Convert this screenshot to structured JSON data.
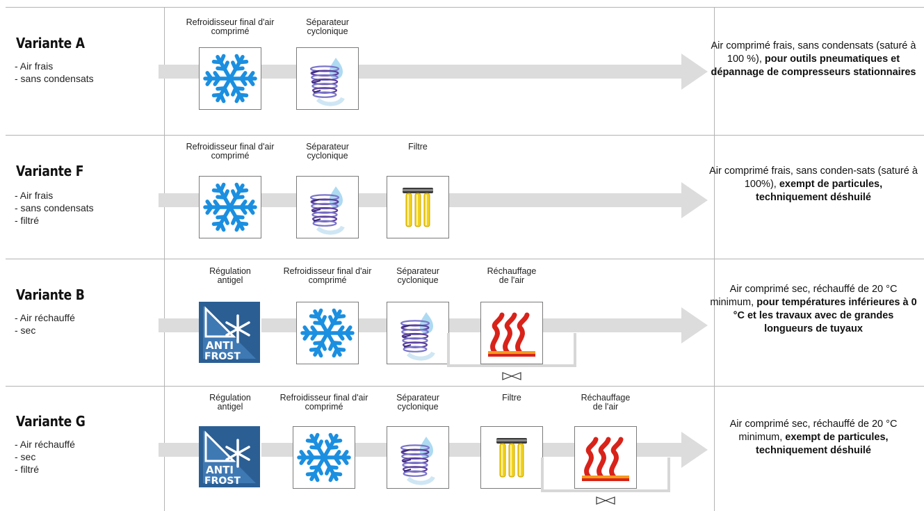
{
  "colors": {
    "arrow": "#dcdcdc",
    "grid": "#b3b3b3",
    "snowflake": "#1b8fe0",
    "antifrost_bg": "#2b5f94",
    "heater_red": "#d8231a",
    "filter_yellow": "#f2d21c"
  },
  "components": {
    "cooler": {
      "label": "Refroidisseur final d'air comprimé",
      "icon": "snowflake-icon"
    },
    "separator": {
      "label": "Séparateur cyclonique",
      "icon": "cyclone-separator-icon"
    },
    "filter": {
      "label": "Filtre",
      "icon": "filter-cartridge-icon"
    },
    "antifrost": {
      "label": "Régulation antigel",
      "icon": "antifrost-icon",
      "icon_text": "ANTI FROST"
    },
    "heater": {
      "label": "Réchauffage de l'air",
      "icon": "heater-flame-icon"
    },
    "valve": {
      "icon": "bypass-valve-icon"
    }
  },
  "variants": [
    {
      "title": "Variante A",
      "features": [
        "- Air frais",
        "- sans condensats"
      ],
      "components": [
        "cooler",
        "separator"
      ],
      "result": [
        {
          "text": "Air comprimé frais, sans condensats (saturé à 100 %), ",
          "bold": false
        },
        {
          "text": "pour outils pneumatiques et dépannage de compresseurs stationnaires",
          "bold": true
        }
      ]
    },
    {
      "title": "Variante F",
      "features": [
        "- Air frais",
        "- sans condensats",
        "- filtré"
      ],
      "components": [
        "cooler",
        "separator",
        "filter"
      ],
      "result": [
        {
          "text": "Air comprimé frais, sans conden-sats (saturé à 100%), ",
          "bold": false
        },
        {
          "text": "exempt de particules, techniquement déshuilé",
          "bold": true
        }
      ]
    },
    {
      "title": "Variante B",
      "features": [
        "- Air réchauffé",
        "- sec"
      ],
      "components": [
        "antifrost",
        "cooler",
        "separator",
        "heater"
      ],
      "result": [
        {
          "text": "Air comprimé sec, réchauffé de 20 °C minimum, ",
          "bold": false
        },
        {
          "text": "pour températures inférieures à 0 °C et les travaux avec de grandes longueurs de tuyaux",
          "bold": true
        }
      ]
    },
    {
      "title": "Variante G",
      "features": [
        "- Air réchauffé",
        "- sec",
        "- filtré"
      ],
      "components": [
        "antifrost",
        "cooler",
        "separator",
        "filter",
        "heater"
      ],
      "result": [
        {
          "text": "Air comprimé sec, réchauffé de 20 °C minimum, ",
          "bold": false
        },
        {
          "text": "exempt de particules, techniquement déshuilé",
          "bold": true
        }
      ]
    }
  ]
}
